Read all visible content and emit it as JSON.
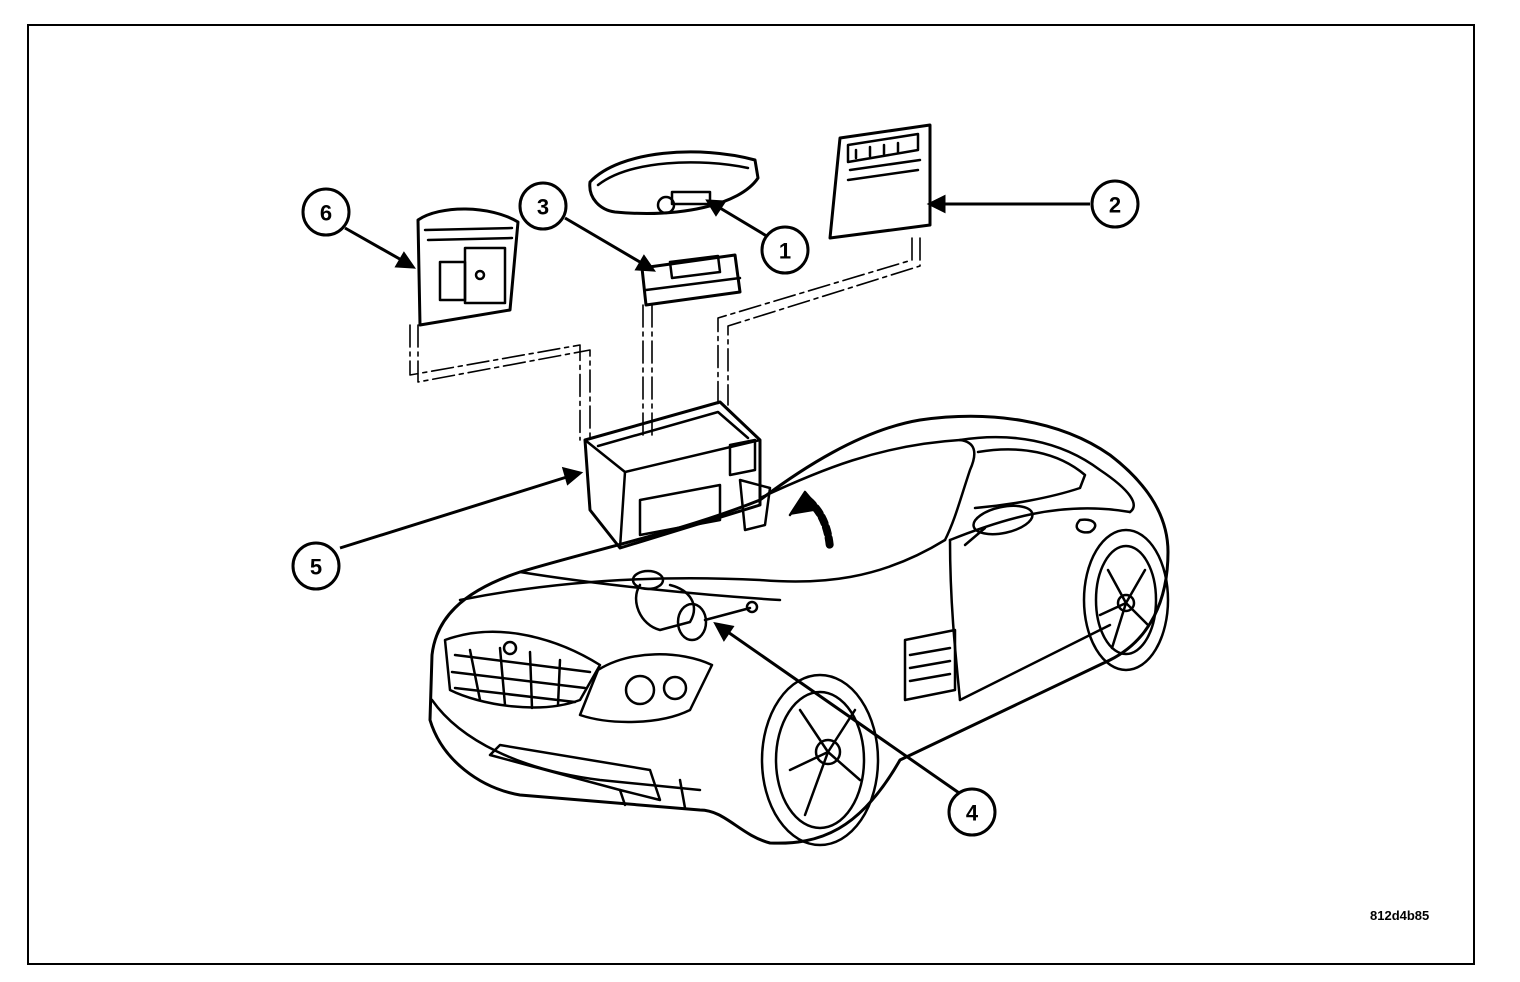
{
  "figure_code": "812d4b85",
  "callouts": [
    {
      "id": 1,
      "label": "1",
      "target": "air-cleaner-lid"
    },
    {
      "id": 2,
      "label": "2",
      "target": "control-module-2"
    },
    {
      "id": 3,
      "label": "3",
      "target": "air-filter-element"
    },
    {
      "id": 4,
      "label": "4",
      "target": "component-under-hood"
    },
    {
      "id": 5,
      "label": "5",
      "target": "housing-box"
    },
    {
      "id": 6,
      "label": "6",
      "target": "control-module-6"
    }
  ],
  "colors": {
    "ink": "#000000",
    "paper": "#ffffff"
  }
}
